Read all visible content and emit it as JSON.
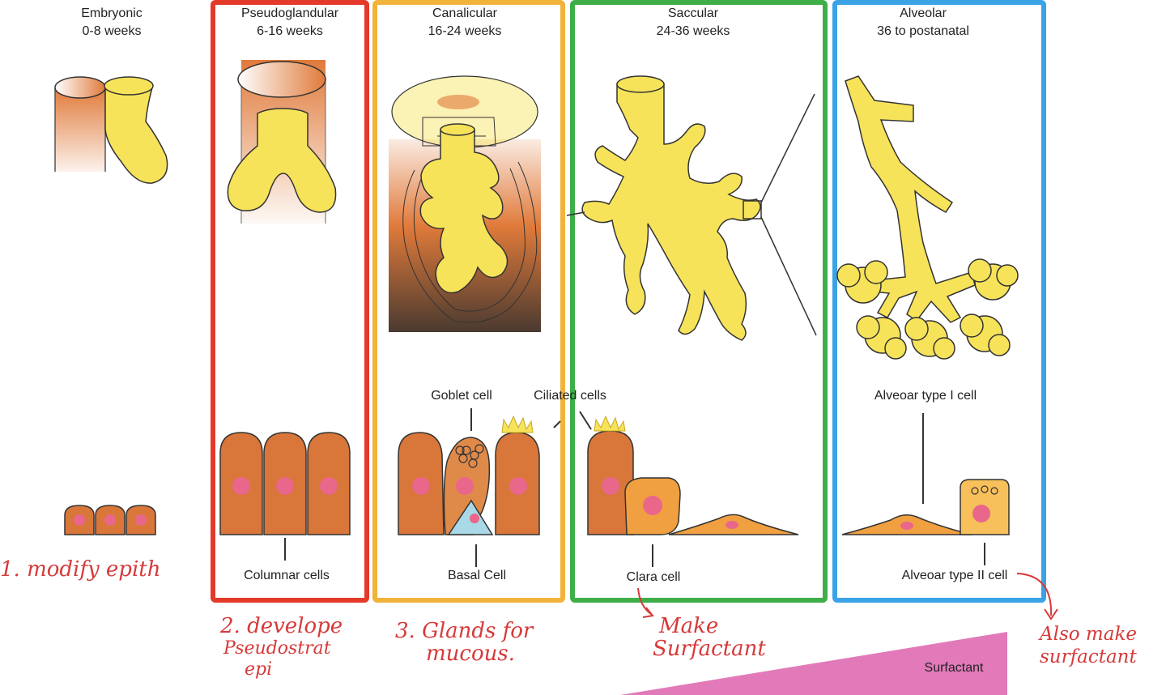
{
  "stages": [
    {
      "name": "Embryonic",
      "range": "0-8 weeks",
      "frame_color": ""
    },
    {
      "name": "Pseudoglandular",
      "range": "6-16 weeks",
      "frame_color": "#e43a2a"
    },
    {
      "name": "Canalicular",
      "range": "16-24 weeks",
      "frame_color": "#f2b33a"
    },
    {
      "name": "Saccular",
      "range": "24-36 weeks",
      "frame_color": "#3fae49"
    },
    {
      "name": "Alveolar",
      "range": "36 to postanatal",
      "frame_color": "#3aa3e6"
    }
  ],
  "cell_labels": {
    "columnar": "Columnar cells",
    "goblet": "Goblet cell",
    "ciliated": "Ciliated cells",
    "basal": "Basal Cell",
    "clara": "Clara cell",
    "alveolar_1": "Alveoar type I cell",
    "alveolar_2": "Alveoar type II cell"
  },
  "surfactant_label": "Surfactant",
  "handwritten": {
    "note1": "1. modify epith",
    "note2_line1": "2. develope",
    "note2_line2": "Pseudostrat",
    "note2_line3": "epi",
    "note3_line1": "3. Glands for",
    "note3_line2": "mucous.",
    "note4_line1": "Make",
    "note4_line2": "Surfactant",
    "note5_line1": "Also make",
    "note5_line2": "surfactant"
  },
  "colors": {
    "yellow": "#f7e35a",
    "orange": "#e07a3a",
    "cell_orange": "#d9763a",
    "nucleus": "#e8678a",
    "surfactant": "#e27aba",
    "handwriting": "#d63a3a"
  }
}
